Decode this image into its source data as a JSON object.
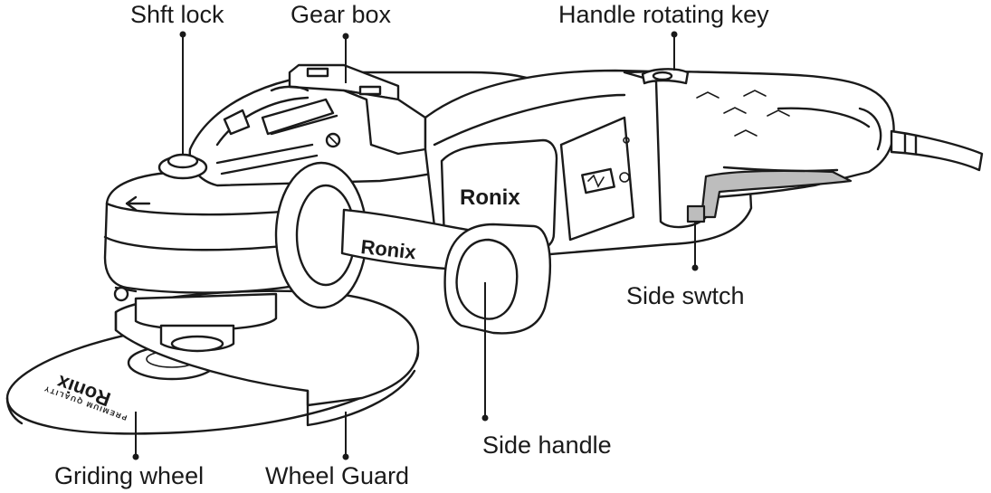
{
  "labels": {
    "shaft_lock": "Shft lock",
    "gear_box": "Gear box",
    "handle_rotating_key": "Handle rotating key",
    "side_switch": "Side swtch",
    "side_handle": "Side handle",
    "grinding_wheel": "Griding wheel",
    "wheel_guard": "Wheel Guard"
  },
  "brand": {
    "body_logo": "Ronix",
    "handle_logo": "Ronix",
    "wheel_logo": "Ronix",
    "wheel_tagline": "PREMIUM QUALITY"
  },
  "colors": {
    "ink": "#1a1a1a",
    "background": "#ffffff",
    "switch_fill": "#bdbdbd"
  }
}
